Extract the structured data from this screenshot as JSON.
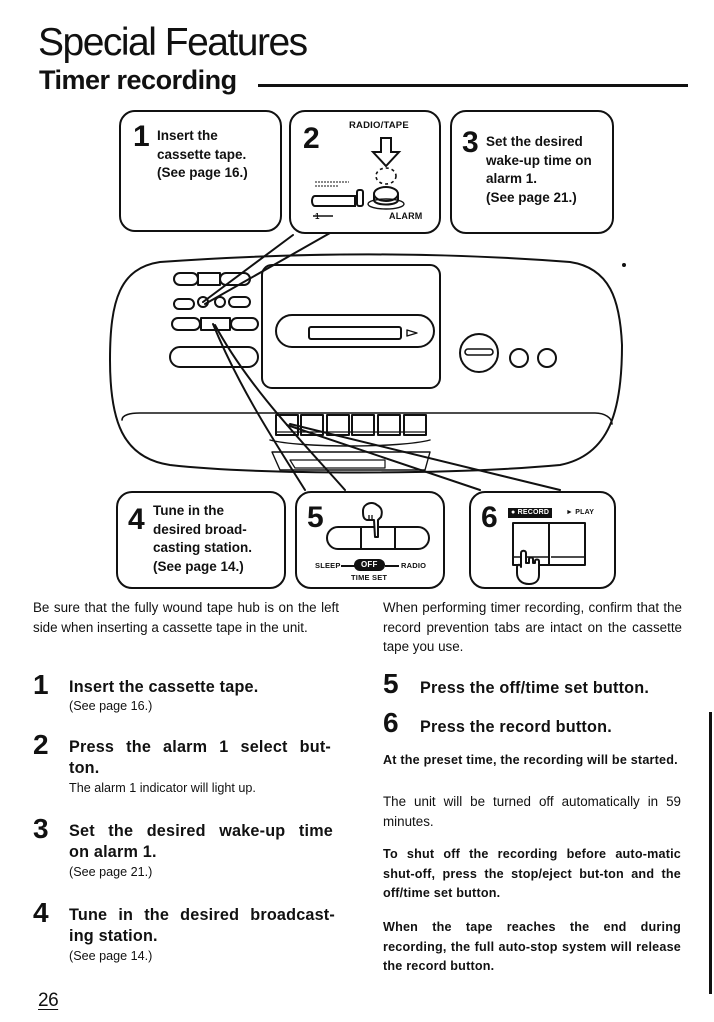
{
  "header": {
    "title": "Special Features",
    "section": "Timer recording"
  },
  "diagram": {
    "callouts": [
      {
        "number": "1",
        "lines": [
          "Insert the",
          "cassette tape.",
          "(See page 16.)"
        ]
      },
      {
        "number": "2",
        "labels": {
          "top": "RADIO/TAPE",
          "bottom_left": "1",
          "bottom_right": "ALARM"
        }
      },
      {
        "number": "3",
        "lines": [
          "Set the desired",
          "wake-up time on",
          "alarm 1.",
          "(See page 21.)"
        ]
      },
      {
        "number": "4",
        "lines": [
          "Tune in the",
          "desired broad-",
          "casting station.",
          "(See page 14.)"
        ]
      },
      {
        "number": "5",
        "labels": {
          "left": "SLEEP",
          "center": "OFF",
          "right": "RADIO",
          "below": "TIME SET"
        }
      },
      {
        "number": "6",
        "labels": {
          "record": "RECORD",
          "play": "PLAY"
        }
      }
    ],
    "icons": [
      "down-arrow-icon",
      "pointing-hand-icon",
      "pressing-hand-icon",
      "record-dot-icon",
      "play-triangle-icon"
    ]
  },
  "intro": {
    "left": "Be sure that the fully wound tape hub is on the left side when inserting a cassette tape in the unit.",
    "right": "When performing timer recording, confirm that the record prevention tabs are intact on the cassette tape you use."
  },
  "steps": [
    {
      "number": "1",
      "heading": "Insert the cassette tape.",
      "sub": "(See page 16.)"
    },
    {
      "number": "2",
      "heading_lines": [
        "Press the alarm 1 select but-",
        "ton."
      ],
      "sub": "The alarm 1 indicator will light up."
    },
    {
      "number": "3",
      "heading_lines": [
        "Set the desired wake-up time",
        "on alarm 1."
      ],
      "sub": "(See page 21.)"
    },
    {
      "number": "4",
      "heading_lines": [
        "Tune in the desired broadcast-",
        "ing station."
      ],
      "sub": "(See page 14.)"
    },
    {
      "number": "5",
      "heading": "Press the off/time set button."
    },
    {
      "number": "6",
      "heading": "Press the record button."
    }
  ],
  "notes": {
    "preset_bold": "At the preset time, the recording will be started.",
    "auto_off": "The unit will be turned off automatically in 59 minutes.",
    "shut_off_bold": "To shut off the recording before auto-matic shut-off, press the stop/eject but-ton and the off/time set button.",
    "end_of_tape_bold": "When the tape reaches the end during recording, the full auto-stop system will release the record button."
  },
  "footer": {
    "page_number": "26"
  }
}
